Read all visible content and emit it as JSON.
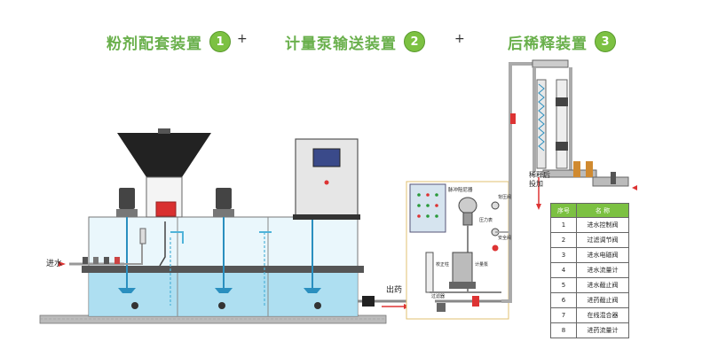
{
  "header": {
    "steps": [
      {
        "title": "粉剂配套装置",
        "num": "1"
      },
      {
        "title": "计量泵输送装置",
        "num": "2"
      },
      {
        "title": "后稀释装置",
        "num": "3"
      }
    ],
    "plus": "+"
  },
  "labels": {
    "inlet_water": "进水",
    "outlet_chem": "出药",
    "dilute_dosing_1": "稀释后",
    "dilute_dosing_2": "投加",
    "pulse_damper": "脉冲阻尼器",
    "back_pressure_valve": "背压阀",
    "pressure_gauge": "压力表",
    "safety_valve": "安全阀",
    "calibration_column": "校正柱",
    "metering_pump": "计量泵",
    "strainer": "过滤器"
  },
  "legend": {
    "headers": [
      "序号",
      "名  称"
    ],
    "rows": [
      [
        "1",
        "进水控制阀"
      ],
      [
        "2",
        "过滤调节阀"
      ],
      [
        "3",
        "进水电磁阀"
      ],
      [
        "4",
        "进水流量计"
      ],
      [
        "5",
        "进水截止阀"
      ],
      [
        "6",
        "进药截止阀"
      ],
      [
        "7",
        "在线混合器"
      ],
      [
        "8",
        "进药流量计"
      ]
    ]
  },
  "colors": {
    "accent": "#7cc142",
    "water": "#4fb3d9",
    "chem": "#e05050",
    "tank": "#7ec8e3"
  }
}
